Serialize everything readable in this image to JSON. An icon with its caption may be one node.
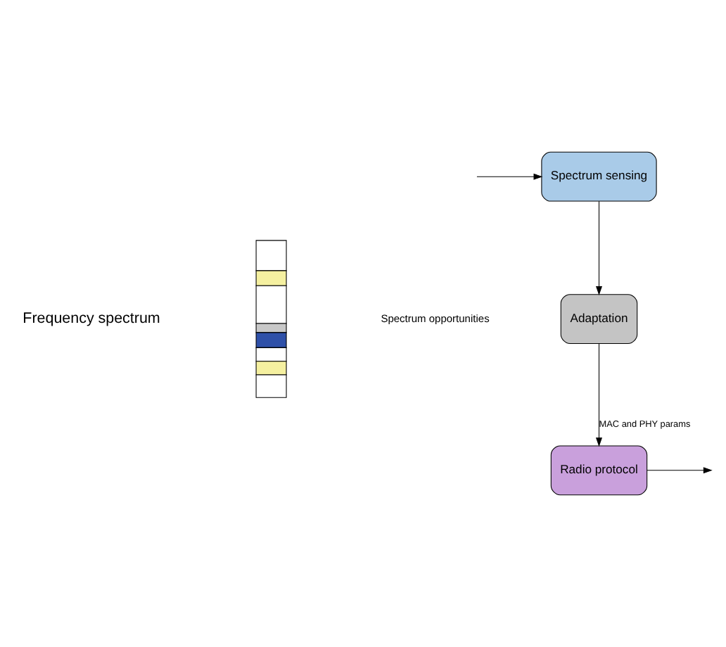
{
  "diagram": {
    "nodes": [
      {
        "text": [
          "Spectrum sensing"
        ]
      },
      {
        "text": [
          "Adaptation"
        ]
      },
      {
        "text": [
          "Radio protocol"
        ]
      },
      {
        "text": [],
        "shape": "bar"
      }
    ],
    "edges": [
      {
        "from": null,
        "to": 0,
        "arrow": "to"
      },
      {
        "from": 0,
        "to": 1,
        "arrow": "to"
      },
      {
        "from": 1,
        "to": 2,
        "arrow": "to",
        "label": "MAC and PHY params"
      },
      {
        "from": 2,
        "to": null,
        "arrow": "to"
      }
    ],
    "labels": [
      "Frequency spectrum",
      "Spectrum opportunities"
    ]
  }
}
